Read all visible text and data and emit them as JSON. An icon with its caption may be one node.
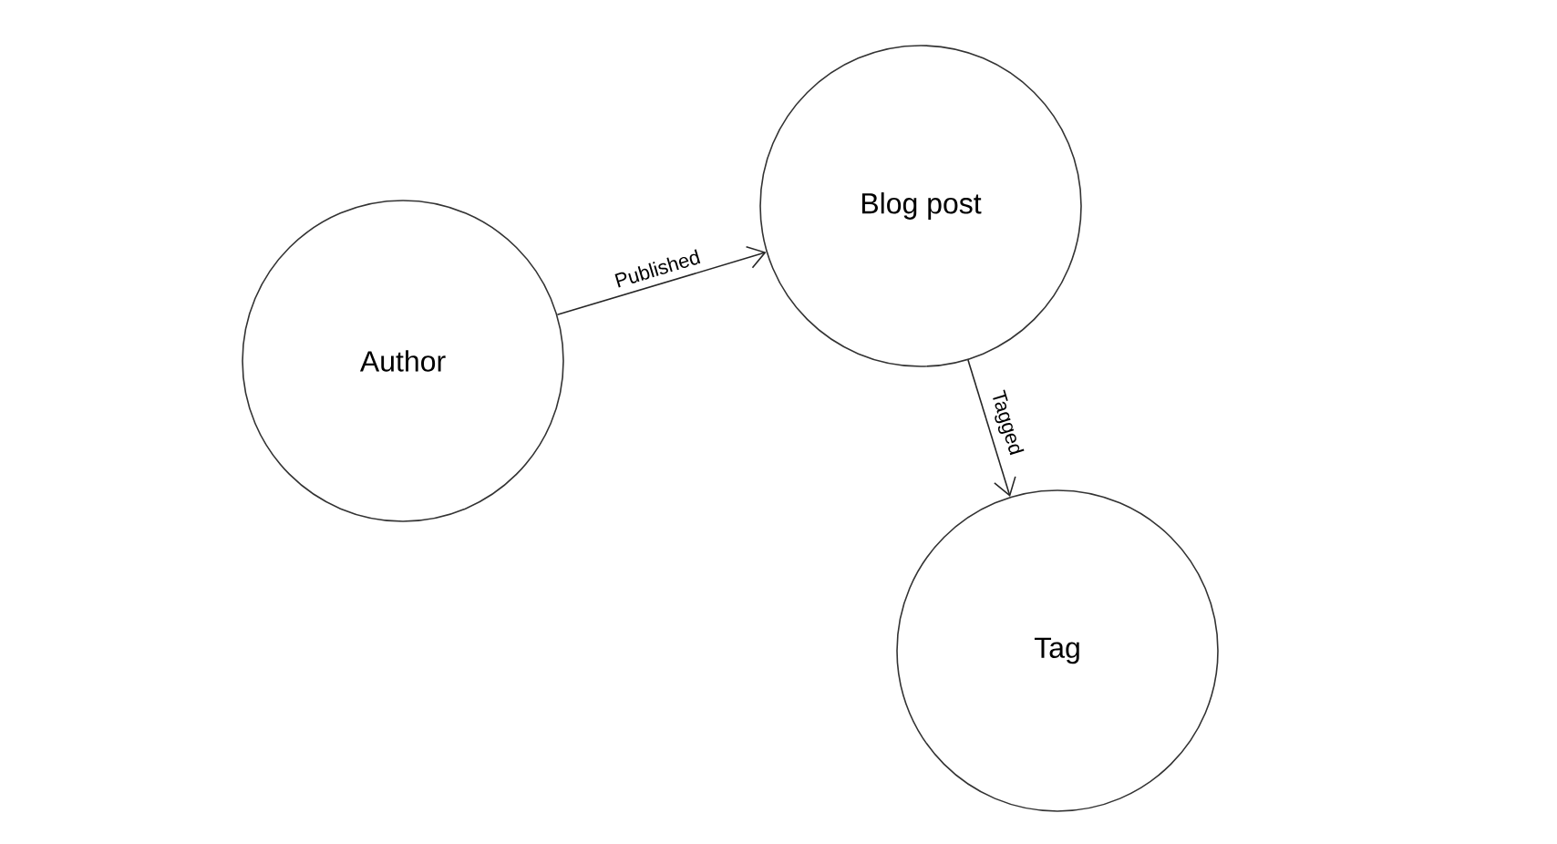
{
  "diagram": {
    "nodes": [
      {
        "text": [
          "Author"
        ]
      },
      {
        "text": [
          "Blog post"
        ]
      },
      {
        "text": [
          "Tag"
        ]
      }
    ],
    "edges": [
      {
        "from": 0,
        "to": 1,
        "arrow": "to",
        "label": "Published"
      },
      {
        "from": 1,
        "to": 2,
        "arrow": "to",
        "label": "Tagged"
      }
    ]
  }
}
